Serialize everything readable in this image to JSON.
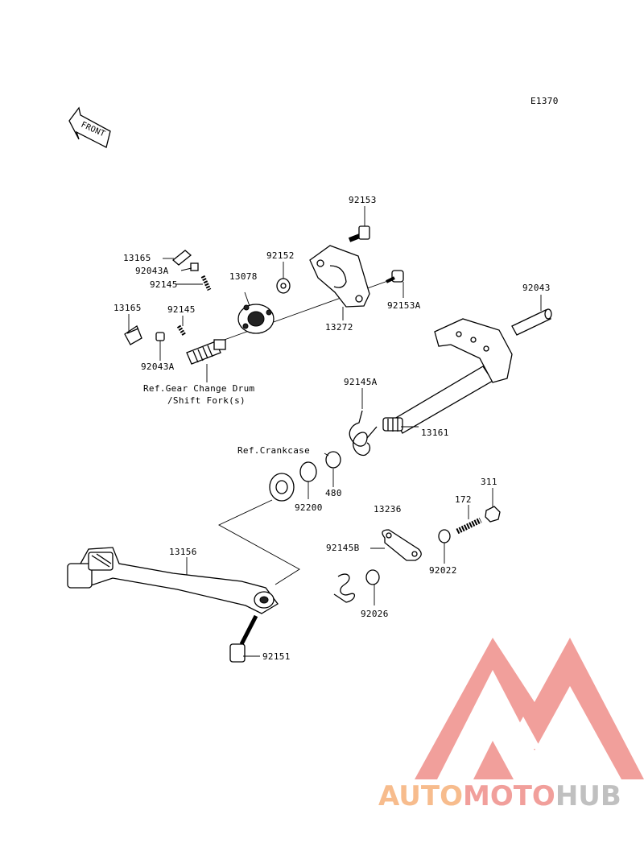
{
  "diagram": {
    "code": "E1370",
    "front_label": "FRONT",
    "parts": [
      {
        "id": "p92153",
        "label": "92153"
      },
      {
        "id": "p13165a",
        "label": "13165"
      },
      {
        "id": "p92152",
        "label": "92152"
      },
      {
        "id": "p92043Aa",
        "label": "92043A"
      },
      {
        "id": "p13078",
        "label": "13078"
      },
      {
        "id": "p92145a",
        "label": "92145"
      },
      {
        "id": "p92153A",
        "label": "92153A"
      },
      {
        "id": "p92043",
        "label": "92043"
      },
      {
        "id": "p13165b",
        "label": "13165"
      },
      {
        "id": "p92145b",
        "label": "92145"
      },
      {
        "id": "p13272",
        "label": "13272"
      },
      {
        "id": "p92043Ab",
        "label": "92043A"
      },
      {
        "id": "ref_drum_1",
        "label": "Ref.Gear Change Drum"
      },
      {
        "id": "ref_drum_2",
        "label": "/Shift Fork(s)"
      },
      {
        "id": "p92145A",
        "label": "92145A"
      },
      {
        "id": "p13161",
        "label": "13161"
      },
      {
        "id": "ref_crankcase",
        "label": "Ref.Crankcase"
      },
      {
        "id": "p480",
        "label": "480"
      },
      {
        "id": "p311",
        "label": "311"
      },
      {
        "id": "p92200",
        "label": "92200"
      },
      {
        "id": "p13236",
        "label": "13236"
      },
      {
        "id": "p172",
        "label": "172"
      },
      {
        "id": "p13156",
        "label": "13156"
      },
      {
        "id": "p92145B",
        "label": "92145B"
      },
      {
        "id": "p92022",
        "label": "92022"
      },
      {
        "id": "p92026",
        "label": "92026"
      },
      {
        "id": "p92151",
        "label": "92151"
      }
    ]
  },
  "watermark": {
    "part1": "AUTO",
    "part2": "MOTO",
    "part3": "HUB",
    "colors": {
      "orange": "#f7b987",
      "red": "#f19a96",
      "gray": "#bdbdbd"
    }
  }
}
